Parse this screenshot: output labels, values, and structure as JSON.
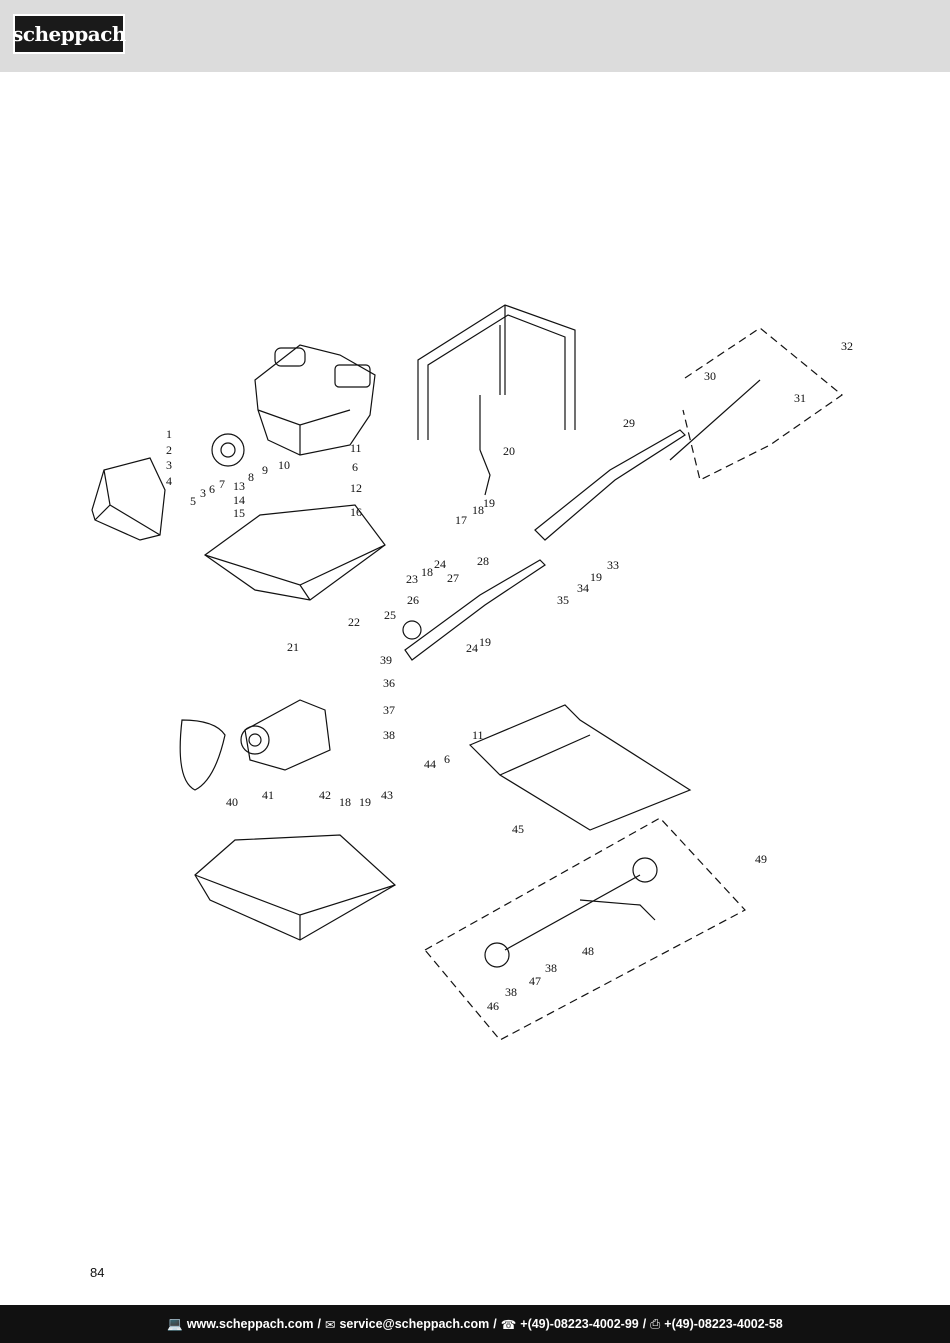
{
  "header": {
    "logo_text": "scheppach"
  },
  "diagram": {
    "labels": [
      {
        "id": "p1",
        "text": "1"
      },
      {
        "id": "p2",
        "text": "2"
      },
      {
        "id": "p3",
        "text": "3"
      },
      {
        "id": "p4",
        "text": "4"
      },
      {
        "id": "p5",
        "text": "5"
      },
      {
        "id": "p3b",
        "text": "3"
      },
      {
        "id": "p6",
        "text": "6"
      },
      {
        "id": "p7",
        "text": "7"
      },
      {
        "id": "p8",
        "text": "8"
      },
      {
        "id": "p9",
        "text": "9"
      },
      {
        "id": "p10",
        "text": "10"
      },
      {
        "id": "p11",
        "text": "11"
      },
      {
        "id": "p6b",
        "text": "6"
      },
      {
        "id": "p12",
        "text": "12"
      },
      {
        "id": "p13",
        "text": "13"
      },
      {
        "id": "p14",
        "text": "14"
      },
      {
        "id": "p15",
        "text": "15"
      },
      {
        "id": "p16",
        "text": "16"
      },
      {
        "id": "p17",
        "text": "17"
      },
      {
        "id": "p18",
        "text": "18"
      },
      {
        "id": "p19",
        "text": "19"
      },
      {
        "id": "p20",
        "text": "20"
      },
      {
        "id": "p21",
        "text": "21"
      },
      {
        "id": "p22",
        "text": "22"
      },
      {
        "id": "p23",
        "text": "23"
      },
      {
        "id": "p18b",
        "text": "18"
      },
      {
        "id": "p24",
        "text": "24"
      },
      {
        "id": "p25",
        "text": "25"
      },
      {
        "id": "p26",
        "text": "26"
      },
      {
        "id": "p27",
        "text": "27"
      },
      {
        "id": "p28",
        "text": "28"
      },
      {
        "id": "p24b",
        "text": "24"
      },
      {
        "id": "p19b",
        "text": "19"
      },
      {
        "id": "p29",
        "text": "29"
      },
      {
        "id": "p30",
        "text": "30"
      },
      {
        "id": "p31",
        "text": "31"
      },
      {
        "id": "p32",
        "text": "32"
      },
      {
        "id": "p33",
        "text": "33"
      },
      {
        "id": "p19c",
        "text": "19"
      },
      {
        "id": "p34",
        "text": "34"
      },
      {
        "id": "p35",
        "text": "35"
      },
      {
        "id": "p36",
        "text": "36"
      },
      {
        "id": "p37",
        "text": "37"
      },
      {
        "id": "p38",
        "text": "38"
      },
      {
        "id": "p39",
        "text": "39"
      },
      {
        "id": "p40",
        "text": "40"
      },
      {
        "id": "p41",
        "text": "41"
      },
      {
        "id": "p42",
        "text": "42"
      },
      {
        "id": "p18c",
        "text": "18"
      },
      {
        "id": "p19d",
        "text": "19"
      },
      {
        "id": "p43",
        "text": "43"
      },
      {
        "id": "p11b",
        "text": "11"
      },
      {
        "id": "p6c",
        "text": "6"
      },
      {
        "id": "p44",
        "text": "44"
      },
      {
        "id": "p45",
        "text": "45"
      },
      {
        "id": "p49",
        "text": "49"
      },
      {
        "id": "p48",
        "text": "48"
      },
      {
        "id": "p38b",
        "text": "38"
      },
      {
        "id": "p47",
        "text": "47"
      },
      {
        "id": "p38c",
        "text": "38"
      },
      {
        "id": "p46",
        "text": "46"
      }
    ]
  },
  "page": {
    "number": "84"
  },
  "footer": {
    "website": "www.scheppach.com",
    "email": "service@scheppach.com",
    "phone": "+(49)-08223-4002-99",
    "fax": "+(49)-08223-4002-58",
    "separator": "/"
  },
  "icons": [
    "computer-icon",
    "email-icon",
    "phone-icon",
    "fax-icon"
  ]
}
